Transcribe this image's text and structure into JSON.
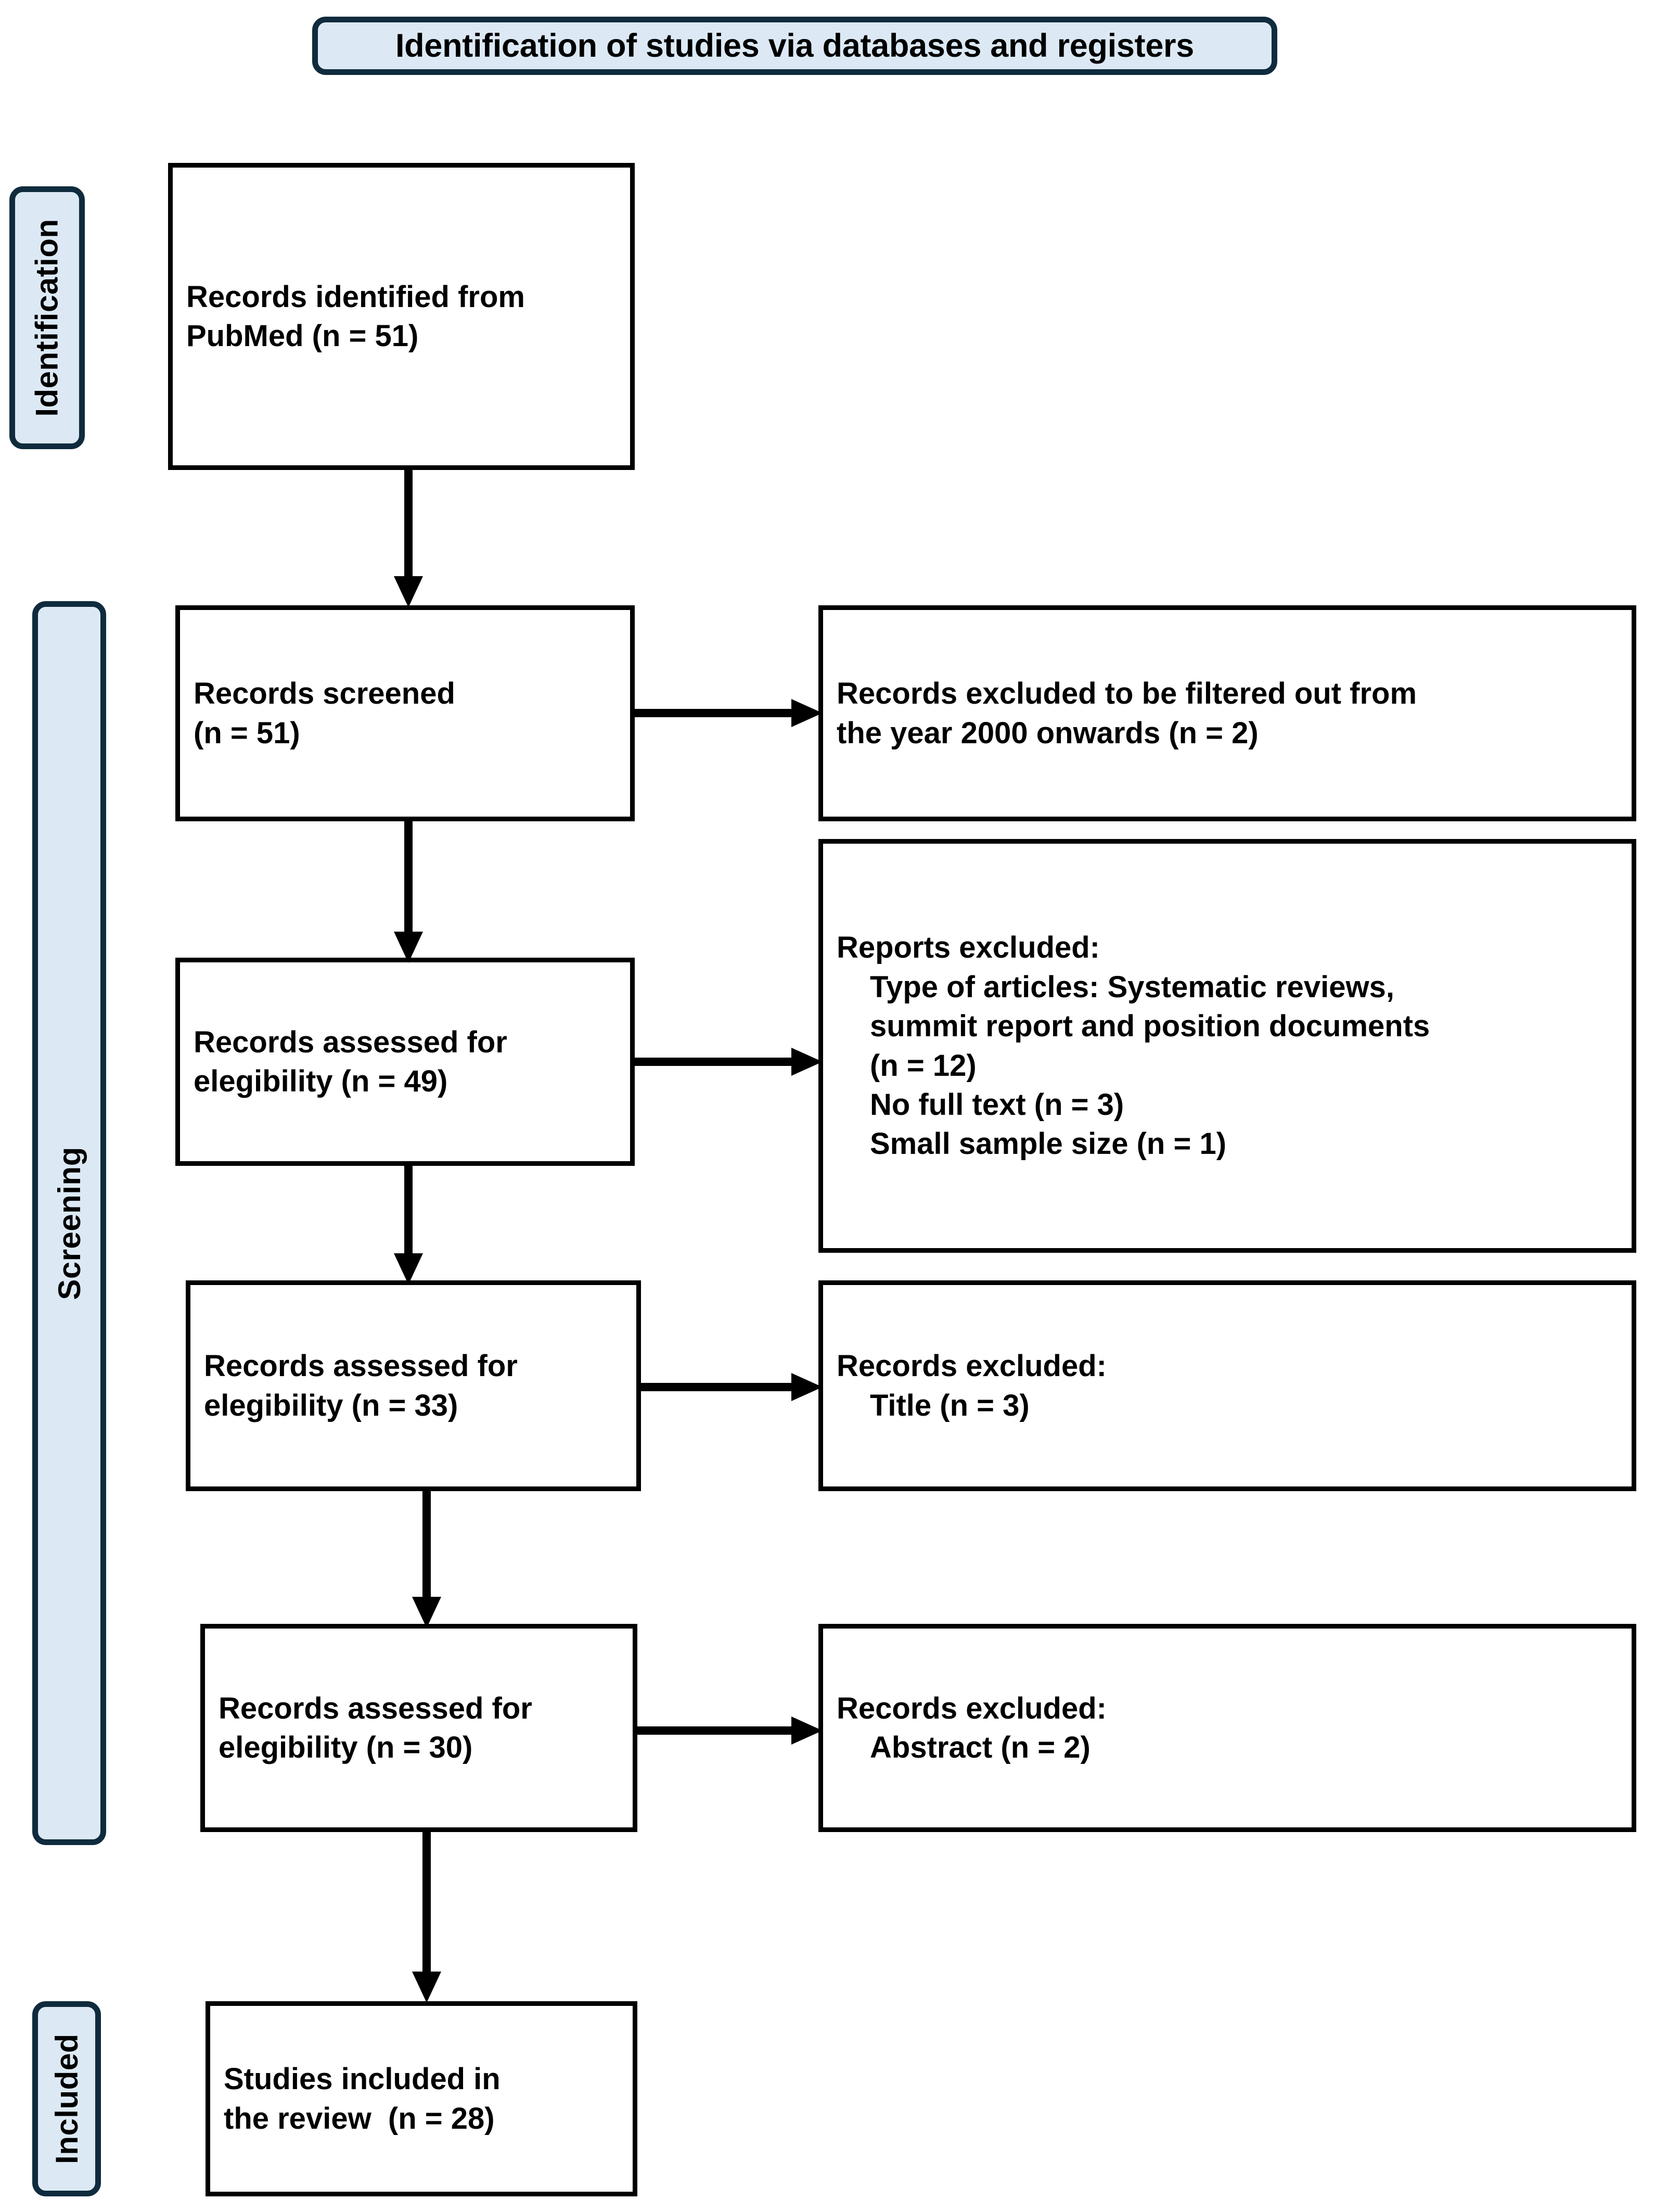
{
  "title": {
    "text": "Identification of studies via databases and registers"
  },
  "phases": [
    {
      "id": "identification",
      "label": "Identification"
    },
    {
      "id": "screening",
      "label": "Screening"
    },
    {
      "id": "included",
      "label": "Included"
    }
  ],
  "boxes": {
    "identified": {
      "line1": "Records identified from",
      "line2": "PubMed (n = 51)"
    },
    "screened": {
      "line1": "Records screened",
      "line2": "(n = 51)"
    },
    "excluded_year": {
      "line1": "Records excluded to be filtered out from",
      "line2": "the year 2000 onwards (n = 2)"
    },
    "eligibility_49": {
      "line1": "Records assessed for",
      "line2": "elegibility (n = 49)"
    },
    "reports_excluded": {
      "line1": "Reports excluded:",
      "line2": "Type of articles: Systematic reviews,",
      "line3": "summit report and position documents",
      "line4": "(n = 12)",
      "line5": "No full text (n = 3)",
      "line6": "Small sample size (n = 1)"
    },
    "eligibility_33": {
      "line1": "Records assessed for",
      "line2": "elegibility (n = 33)"
    },
    "excluded_title": {
      "line1": "Records excluded:",
      "line2": "Title (n = 3)"
    },
    "eligibility_30": {
      "line1": "Records assessed for",
      "line2": "elegibility (n = 30)"
    },
    "excluded_abstract": {
      "line1": "Records excluded:",
      "line2": "Abstract (n = 2)"
    },
    "included": {
      "line1": "Studies included in",
      "line2": "the review  (n = 28)"
    }
  },
  "colors": {
    "band_fill": "#dce9f5",
    "band_border": "#0f2b3d",
    "box_border": "#000000",
    "text": "#000000",
    "background": "#ffffff"
  },
  "counts": {
    "identified_pubmed": 51,
    "screened": 51,
    "excluded_year_filter": 2,
    "assessed_49": 49,
    "excluded_article_type": 12,
    "excluded_no_full_text": 3,
    "excluded_small_sample": 1,
    "assessed_33": 33,
    "excluded_title": 3,
    "assessed_30": 30,
    "excluded_abstract": 2,
    "included_studies": 28
  }
}
